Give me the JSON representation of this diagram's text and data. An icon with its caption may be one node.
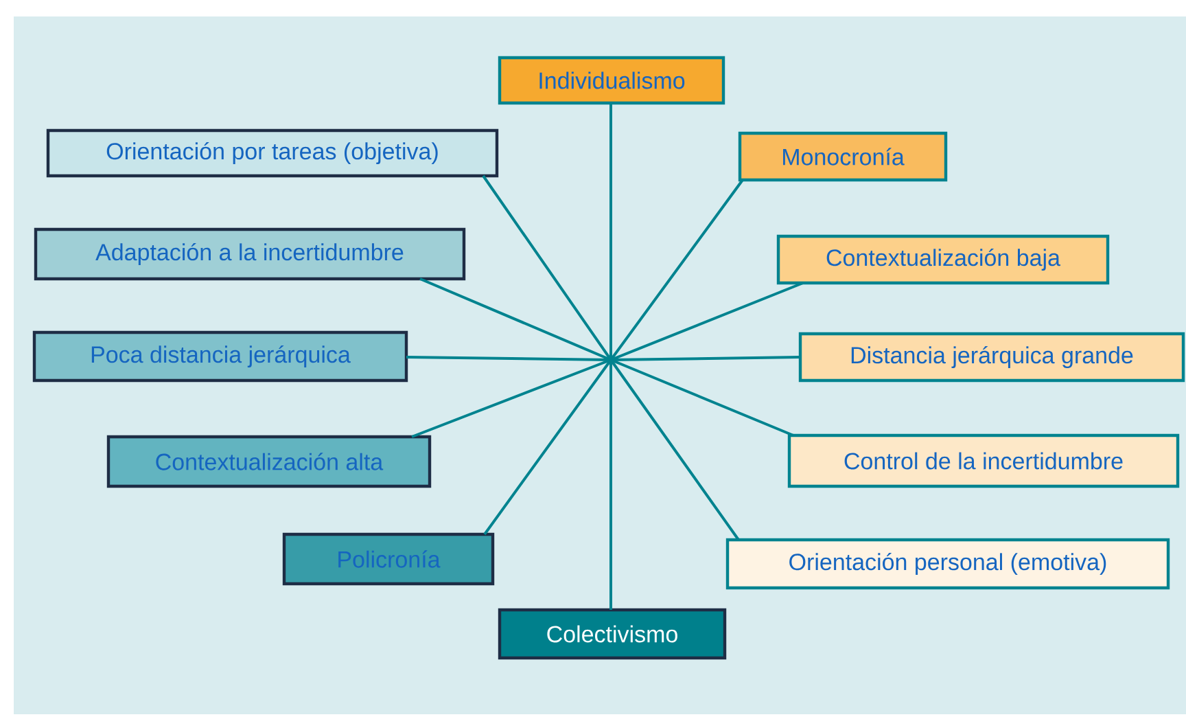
{
  "diagram": {
    "nodes": [
      {
        "text": [
          "Individualismo"
        ]
      },
      {
        "text": [
          "Orientación por tareas (objetiva)"
        ]
      },
      {
        "text": [
          "Monocronía"
        ]
      },
      {
        "text": [
          "Adaptación a la incertidumbre"
        ]
      },
      {
        "text": [
          "Contextualización baja"
        ]
      },
      {
        "text": [
          "Poca distancia jerárquica"
        ]
      },
      {
        "text": [
          "Distancia jerárquica grande"
        ]
      },
      {
        "text": [
          "Contextualización alta"
        ]
      },
      {
        "text": [
          "Control de la incertidumbre"
        ]
      },
      {
        "text": [
          "Policronía"
        ]
      },
      {
        "text": [
          "Orientación personal (emotiva)"
        ]
      },
      {
        "text": [
          "Colectivismo"
        ]
      }
    ],
    "edges": [
      {
        "from": 0,
        "to": 11,
        "arrow": "none"
      },
      {
        "from": 2,
        "to": 9,
        "arrow": "none"
      },
      {
        "from": 4,
        "to": 7,
        "arrow": "none"
      },
      {
        "from": 6,
        "to": 5,
        "arrow": "none"
      },
      {
        "from": 8,
        "to": 3,
        "arrow": "none"
      },
      {
        "from": 10,
        "to": 1,
        "arrow": "none"
      }
    ]
  }
}
